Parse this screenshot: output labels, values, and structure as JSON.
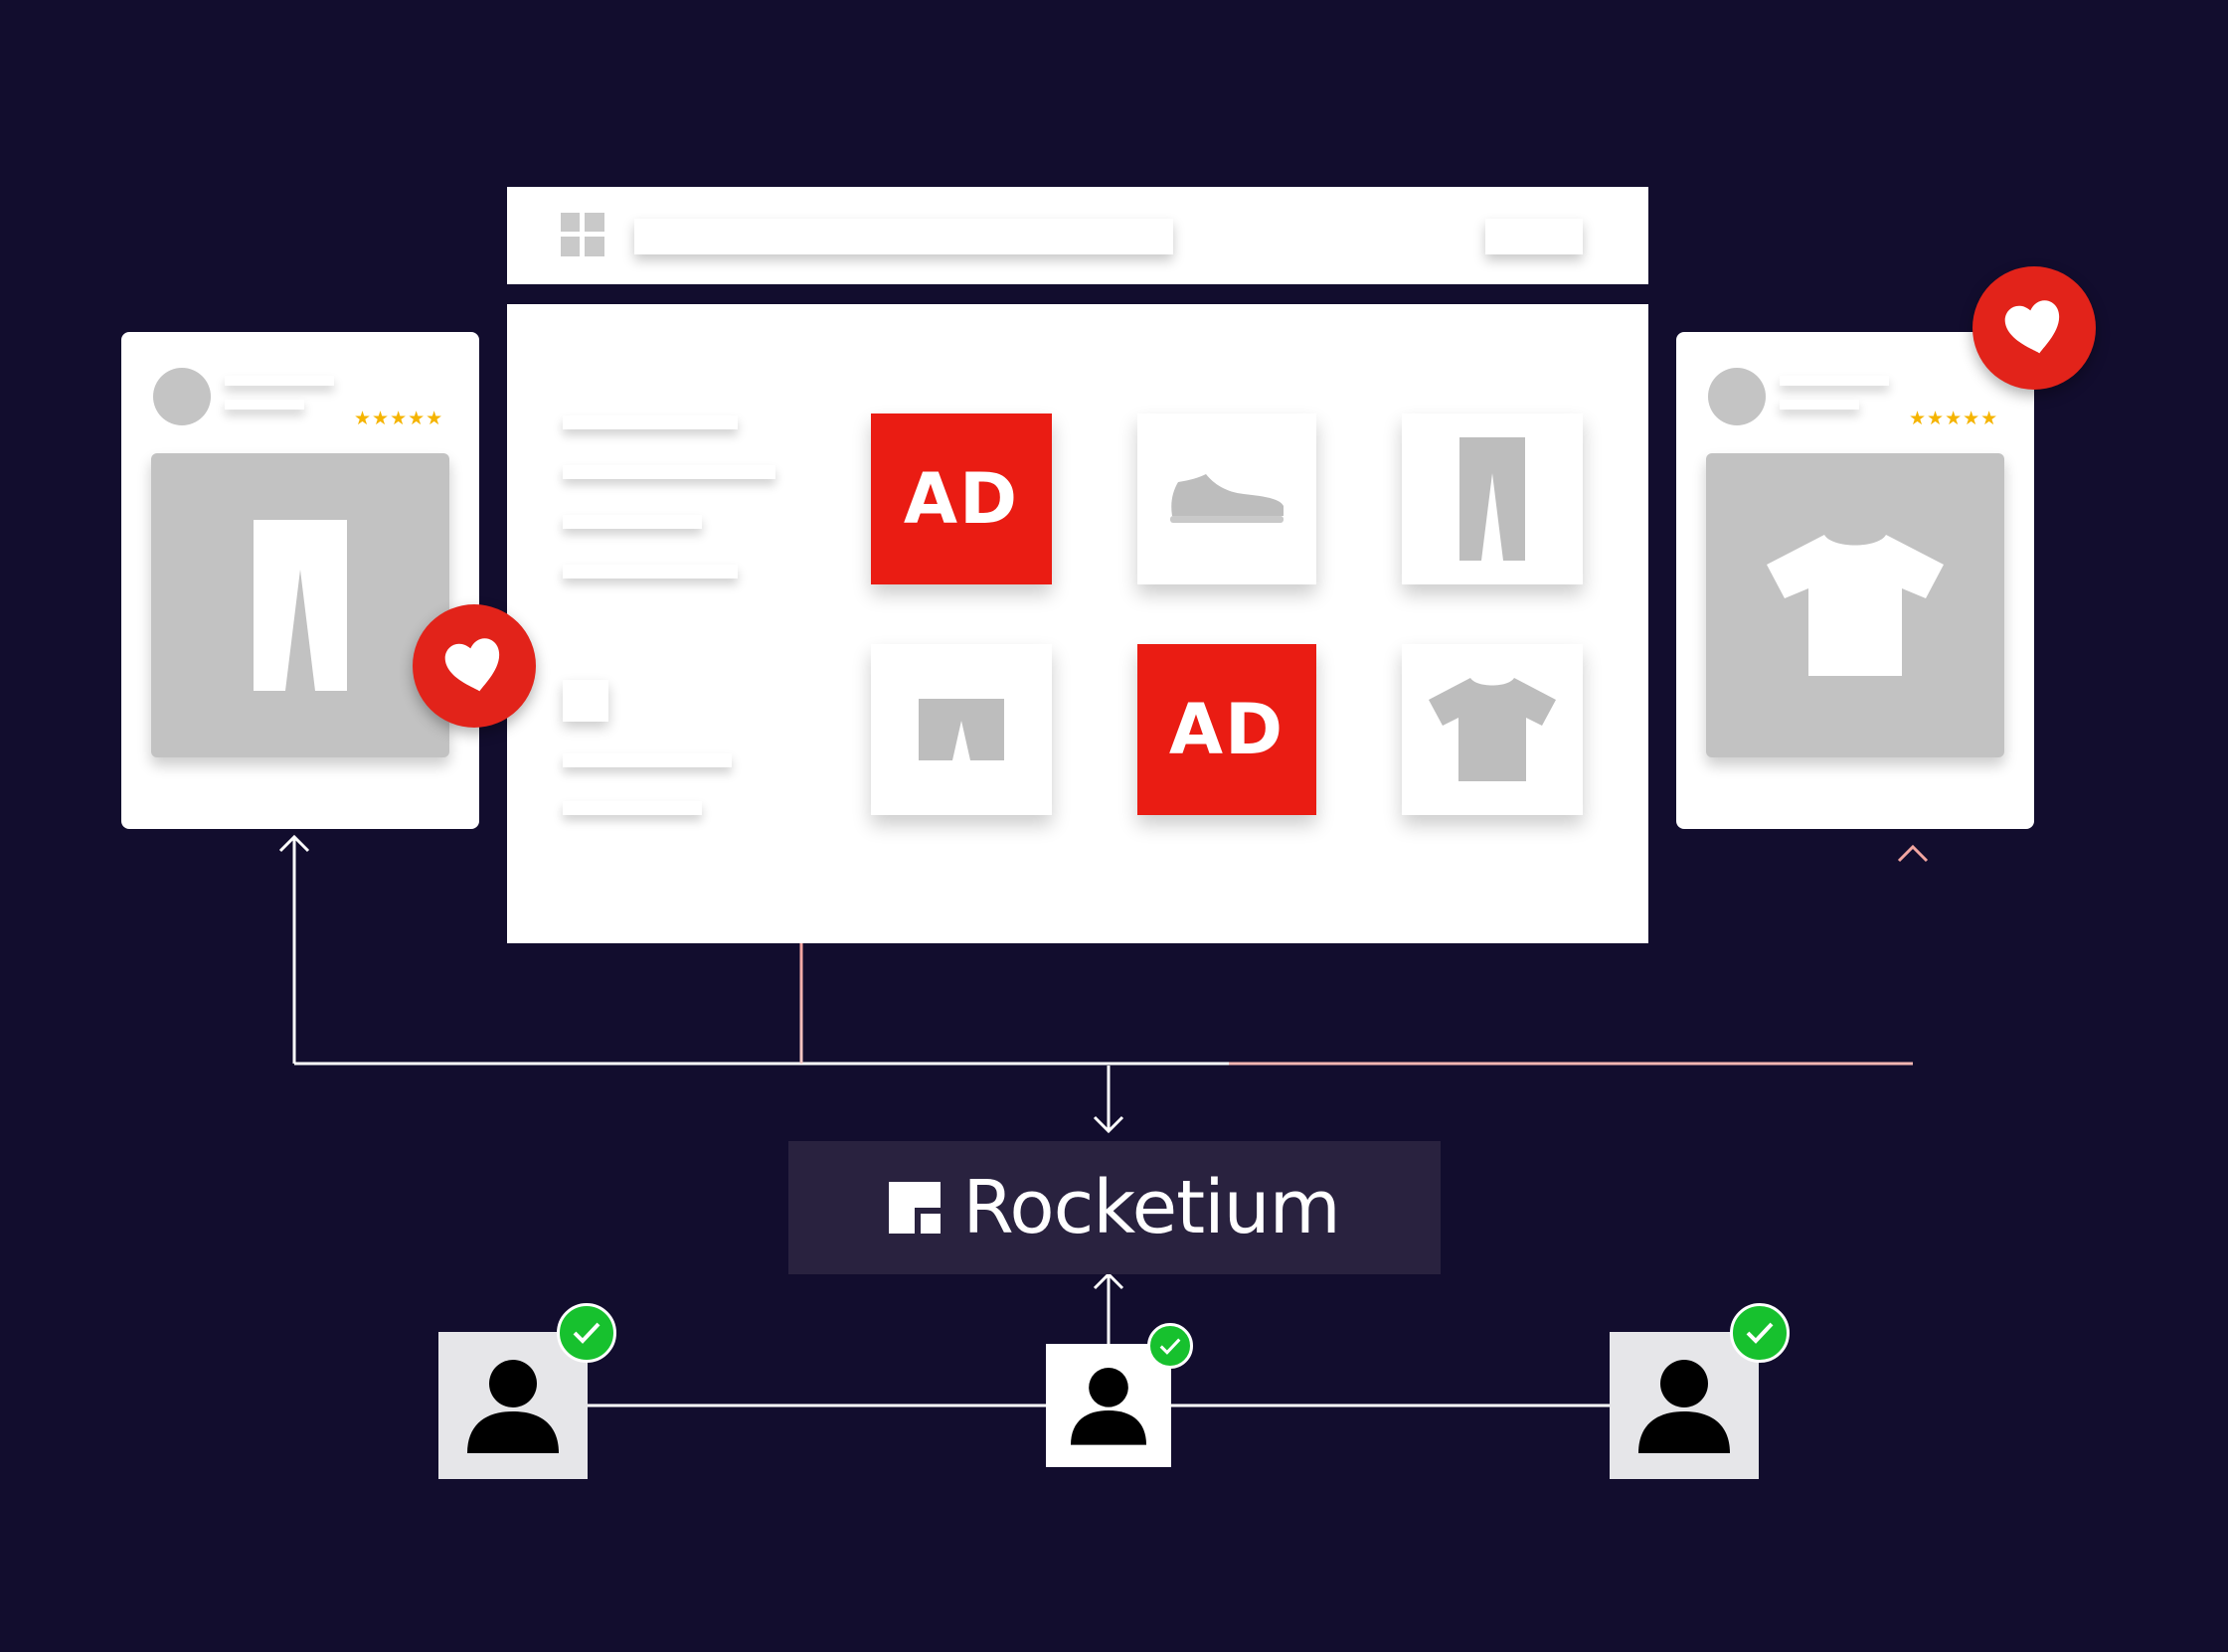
{
  "brand": {
    "name": "Rocketium",
    "logo_icon": "rocketium-logo-icon"
  },
  "ads": {
    "label_1": "AD",
    "label_2": "AD"
  },
  "reviews": {
    "left_stars": "★★★★★",
    "right_stars": "★★★★★"
  },
  "colors": {
    "background": "#120d2e",
    "ad_red": "#ea1c13",
    "heart_red": "#e2231a",
    "check_green": "#17c12e",
    "star_yellow": "#f5b400",
    "brand_box": "#29223f"
  },
  "icons": {
    "tiles": [
      "sneaker-icon",
      "pants-icon",
      "shorts-icon",
      "tshirt-icon"
    ],
    "cards": [
      "pants-icon",
      "tshirt-icon"
    ],
    "badges": [
      "heart-icon",
      "check-icon",
      "person-icon"
    ]
  }
}
